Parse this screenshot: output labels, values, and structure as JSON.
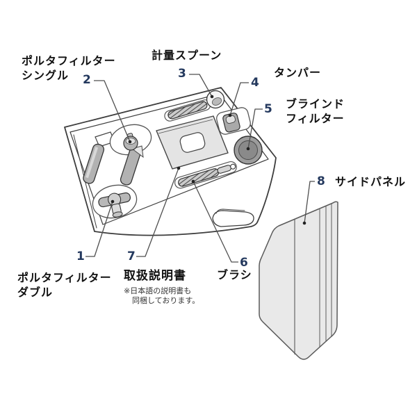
{
  "diagram": {
    "parts": [
      {
        "number": "1",
        "line1": "ポルタフィルター",
        "line2": "ダブル"
      },
      {
        "number": "2",
        "line1": "ポルタフィルター",
        "line2": "シングル"
      },
      {
        "number": "3",
        "line1": "計量スプーン",
        "line2": ""
      },
      {
        "number": "4",
        "line1": "タンパー",
        "line2": ""
      },
      {
        "number": "5",
        "line1": "ブラインド",
        "line2": "フィルター"
      },
      {
        "number": "6",
        "line1": "ブラシ",
        "line2": ""
      },
      {
        "number": "7",
        "line1": "取扱説明書",
        "line2": ""
      },
      {
        "number": "8",
        "line1": "サイドパネル",
        "line2": ""
      }
    ],
    "note_line1": "※日本語の説明書も",
    "note_line2": "同梱しております。",
    "colors": {
      "number_text": "#24395e",
      "label_text": "#111111",
      "outline": "#3d3d3d",
      "leader_line": "#4f4f4f",
      "fill_light": "#e9e9e9",
      "fill_gray": "#b2b2b2",
      "fill_dark": "#8a8a8a"
    }
  }
}
